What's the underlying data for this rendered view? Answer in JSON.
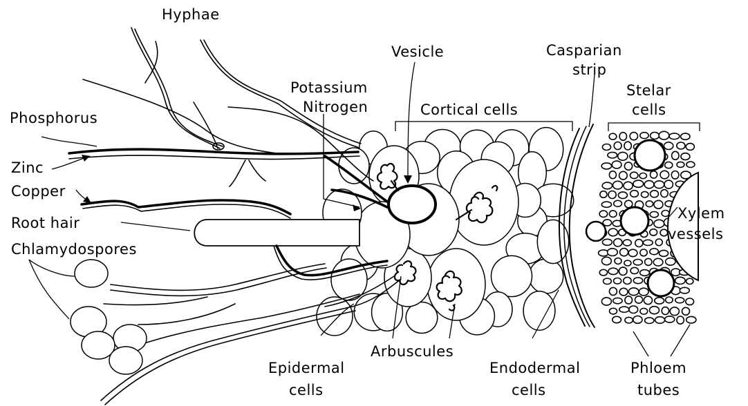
{
  "labels": {
    "hyphae": "Hyphae",
    "phosphorus": "Phosphorus",
    "zinc": "Zinc",
    "copper": "Copper",
    "root_hair": "Root hair",
    "chlamydospores": "Chlamydospores",
    "potassium": "Potassium",
    "nitrogen": "Nitrogen",
    "vesicle": "Vesicle",
    "casparian_1": "Casparian",
    "casparian_2": "strip",
    "stelar_1": "Stelar",
    "stelar_2": "cells",
    "cortical": "Cortical cells",
    "xylem_1": "Xylem",
    "xylem_2": "vessels",
    "epidermal_1": "Epidermal",
    "epidermal_2": "cells",
    "arbuscules": "Arbuscules",
    "endodermal_1": "Endodermal",
    "endodermal_2": "cells",
    "phloem_1": "Phloem",
    "phloem_2": "tubes"
  }
}
